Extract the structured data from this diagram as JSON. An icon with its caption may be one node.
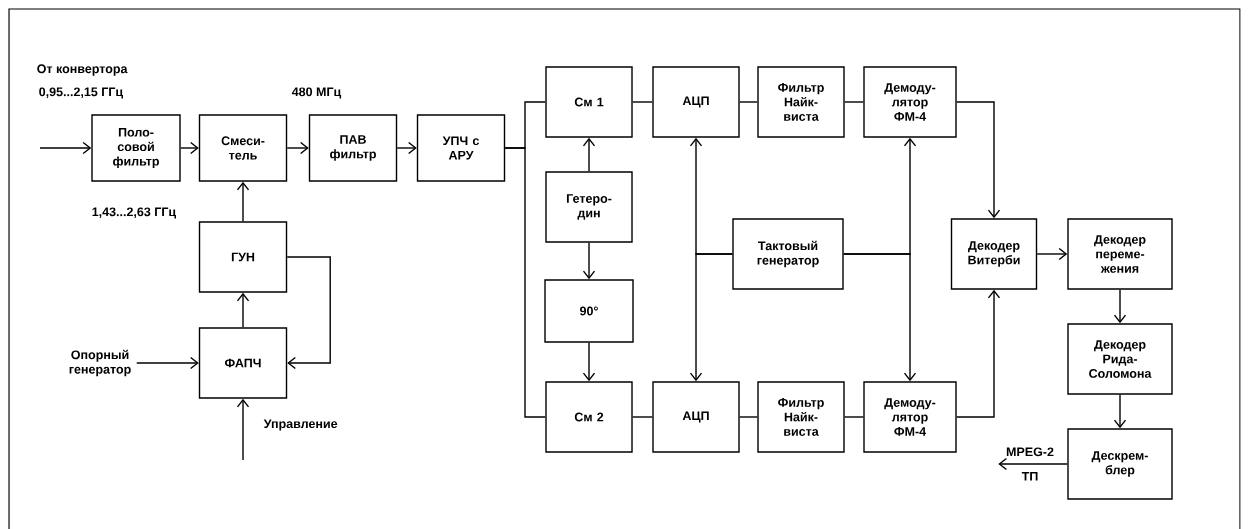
{
  "diagram": {
    "nodes": [
      {
        "text": [
          "Поло-совой фильтр"
        ]
      },
      {
        "text": [
          "Смеси-тель"
        ]
      },
      {
        "text": [
          "ПАВ фильтр"
        ]
      },
      {
        "text": [
          "УПЧ с АРУ"
        ]
      },
      {
        "text": [
          "ГУН"
        ]
      },
      {
        "text": [
          "ФАПЧ"
        ]
      },
      {
        "text": [
          "См 1"
        ]
      },
      {
        "text": [
          "АЦП"
        ]
      },
      {
        "text": [
          "Фильтр Найк-виста"
        ]
      },
      {
        "text": [
          "Демоду-лятор ФМ-4"
        ]
      },
      {
        "text": [
          "Гетеро-дин"
        ]
      },
      {
        "text": [
          "90°"
        ]
      },
      {
        "text": [
          "Тактовый генератор"
        ]
      },
      {
        "text": [
          "См 2"
        ]
      },
      {
        "text": [
          "АЦП"
        ]
      },
      {
        "text": [
          "Фильтр Найк-виста"
        ]
      },
      {
        "text": [
          "Демоду-лятор ФМ-4"
        ]
      },
      {
        "text": [
          "Декодер Витерби"
        ]
      },
      {
        "text": [
          "Декодер переме-жения"
        ]
      },
      {
        "text": [
          "Декодер Рида-Соломона"
        ]
      },
      {
        "text": [
          "Дескрем-блер"
        ]
      },
      {
        "text": [
          "Опорный генератор"
        ]
      },
      {
        "text": [
          "MPEG-2",
          "ТП"
        ]
      }
    ],
    "edges": [
      {
        "from": null,
        "to": 0,
        "arrow": "to"
      },
      {
        "from": 0,
        "to": 1,
        "arrow": "to"
      },
      {
        "from": 1,
        "to": 2,
        "arrow": "to"
      },
      {
        "from": 2,
        "to": 3,
        "arrow": "to"
      },
      {
        "from": 4,
        "to": 1,
        "arrow": "to"
      },
      {
        "from": 5,
        "to": 4,
        "arrow": "to"
      },
      {
        "from": 4,
        "to": 5,
        "arrow": "to"
      },
      {
        "from": 21,
        "to": 5,
        "arrow": "to"
      },
      {
        "from": null,
        "to": 5,
        "arrow": "to",
        "label": "Управление"
      },
      {
        "from": 3,
        "to": 6,
        "arrow": "none"
      },
      {
        "from": 3,
        "to": 13,
        "arrow": "none"
      },
      {
        "from": 6,
        "to": 7,
        "arrow": "none"
      },
      {
        "from": 7,
        "to": 8,
        "arrow": "none"
      },
      {
        "from": 8,
        "to": 9,
        "arrow": "none"
      },
      {
        "from": 13,
        "to": 14,
        "arrow": "none"
      },
      {
        "from": 14,
        "to": 15,
        "arrow": "none"
      },
      {
        "from": 15,
        "to": 16,
        "arrow": "none"
      },
      {
        "from": 10,
        "to": 6,
        "arrow": "to"
      },
      {
        "from": 10,
        "to": 11,
        "arrow": "to"
      },
      {
        "from": 11,
        "to": 13,
        "arrow": "to"
      },
      {
        "from": 12,
        "to": 7,
        "arrow": "to"
      },
      {
        "from": 12,
        "to": 14,
        "arrow": "to"
      },
      {
        "from": 12,
        "to": 9,
        "arrow": "to"
      },
      {
        "from": 12,
        "to": 16,
        "arrow": "to"
      },
      {
        "from": 9,
        "to": 17,
        "arrow": "to"
      },
      {
        "from": 16,
        "to": 17,
        "arrow": "to"
      },
      {
        "from": 17,
        "to": 18,
        "arrow": "to"
      },
      {
        "from": 18,
        "to": 19,
        "arrow": "to"
      },
      {
        "from": 19,
        "to": 20,
        "arrow": "to"
      },
      {
        "from": 20,
        "to": 22,
        "arrow": "to"
      }
    ],
    "labels": [
      "От конвертора",
      "0,95...2,15 ГГц",
      "480 МГц",
      "1,43...2,63 ГГц"
    ]
  }
}
